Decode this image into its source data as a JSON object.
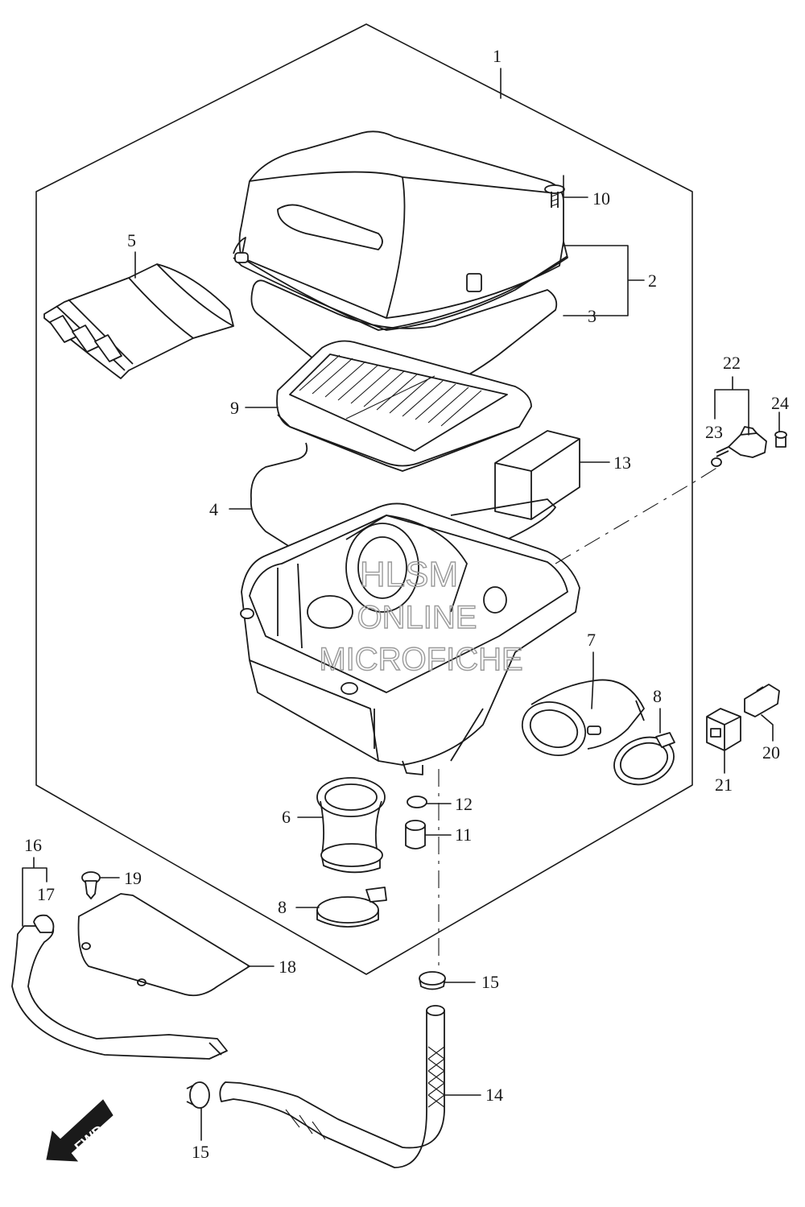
{
  "callouts": {
    "c1": "1",
    "c2": "2",
    "c3": "3",
    "c4": "4",
    "c5": "5",
    "c6": "6",
    "c7": "7",
    "c8a": "8",
    "c8b": "8",
    "c9": "9",
    "c10": "10",
    "c11": "11",
    "c12": "12",
    "c13": "13",
    "c14": "14",
    "c15a": "15",
    "c15b": "15",
    "c16": "16",
    "c17": "17",
    "c18": "18",
    "c19": "19",
    "c20": "20",
    "c21": "21",
    "c22": "22",
    "c23": "23",
    "c24": "24"
  },
  "watermark": {
    "line1": "HLSM",
    "line2": "ONLINE",
    "line3": "MICROFICHE"
  },
  "fwd_label": "FWD",
  "colors": {
    "ink": "#1a1a1a",
    "watermark": "#9a9a9a",
    "background": "#ffffff"
  }
}
